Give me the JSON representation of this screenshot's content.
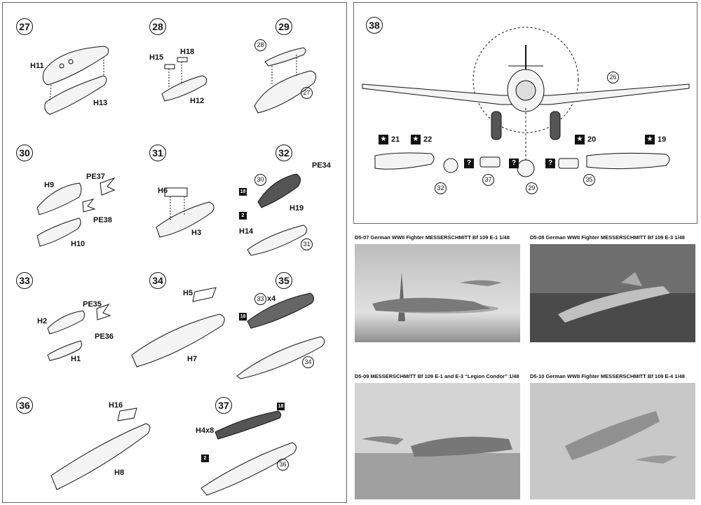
{
  "steps": {
    "s27": {
      "num": "27",
      "labels": [
        "H11",
        "H13"
      ]
    },
    "s28": {
      "num": "28",
      "labels": [
        "H15",
        "H18",
        "H12"
      ]
    },
    "s29": {
      "num": "29",
      "refs": [
        "28",
        "27"
      ]
    },
    "s30": {
      "num": "30",
      "labels": [
        "H9",
        "PE37",
        "PE38",
        "H10"
      ]
    },
    "s31": {
      "num": "31",
      "labels": [
        "H6",
        "H3"
      ]
    },
    "s32": {
      "num": "32",
      "labels": [
        "PE34",
        "H19",
        "H14"
      ],
      "refs": [
        "30",
        "31"
      ],
      "squares": [
        "18",
        "2"
      ]
    },
    "s33": {
      "num": "33",
      "labels": [
        "PE35",
        "H2",
        "PE36",
        "H1"
      ]
    },
    "s34": {
      "num": "34",
      "labels": [
        "H5",
        "H7"
      ]
    },
    "s35": {
      "num": "35",
      "labels": [
        "x4"
      ],
      "refs": [
        "33",
        "34"
      ],
      "squares": [
        "18"
      ]
    },
    "s36": {
      "num": "36",
      "labels": [
        "H16",
        "H8"
      ]
    },
    "s37": {
      "num": "37",
      "labels": [
        "H4x8"
      ],
      "refs": [
        "36"
      ],
      "squares": [
        "18",
        "2"
      ]
    }
  },
  "step38": {
    "num": "38",
    "ref_26": "26",
    "stars": [
      {
        "n": "21"
      },
      {
        "n": "22"
      },
      {
        "n": "20"
      },
      {
        "n": "19"
      }
    ],
    "star_glyph": "★",
    "question_glyph": "?",
    "bottom_refs": [
      "32",
      "37",
      "29",
      "35"
    ]
  },
  "photos": [
    {
      "caption": "D5-07 German WWII Fighter MESSERSCHMITT Bf 109 E-1 1/48"
    },
    {
      "caption": "D5-08 German WWII Fighter MESSERSCHMITT Bf 109 E-3 1/48"
    },
    {
      "caption": "D5-09 MESSERSCHMITT Bf 109 E-1 and E-3 “Legion Condor” 1/48"
    },
    {
      "caption": "D5-10 German WWII Fighter MESSERSCHMITT Bf 109 E-4 1/48"
    }
  ],
  "colors": {
    "ink": "#111111",
    "frame": "#666666",
    "part_fill": "#f4f4f4",
    "dark_part": "#444444"
  }
}
